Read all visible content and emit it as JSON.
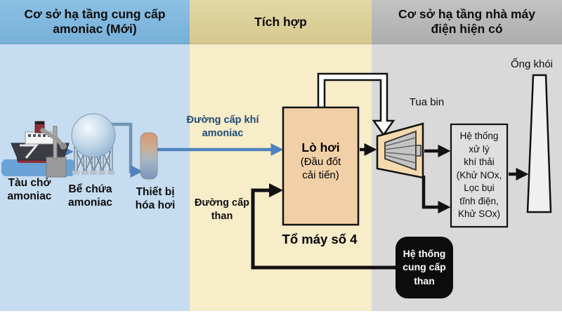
{
  "headers": {
    "left": {
      "line1": "Cơ sở hạ tầng cung cấp",
      "line2": "amoniac (Mới)"
    },
    "middle": {
      "line1": "Tích hợp"
    },
    "right": {
      "line1": "Cơ sở hạ tầng nhà máy",
      "line2": "điện hiện có"
    }
  },
  "left_column": {
    "ship_label": {
      "line1": "Tàu chở",
      "line2": "amoniac"
    },
    "tank_label": {
      "line1": "Bể chứa",
      "line2": "amoniac"
    },
    "vaporizer_label": {
      "line1": "Thiết bị",
      "line2": "hóa hơi"
    }
  },
  "middle_column": {
    "ammonia_line_label": {
      "line1": "Đường cấp khí",
      "line2": "amoniac"
    },
    "coal_line_label": {
      "line1": "Đường cấp",
      "line2": "than"
    },
    "boiler": {
      "title": "Lò hơi",
      "sub_line1": "(Đầu đốt",
      "sub_line2": "cải tiến)"
    },
    "unit_label": "Tổ máy số 4"
  },
  "right_column": {
    "turbine_label": "Tua bin",
    "treatment_lines": [
      "Hệ thống",
      "xử lý",
      "khí thải",
      "(Khử NOx,",
      "Lọc bụi",
      "tĩnh điện,",
      "Khử SOx)"
    ],
    "stack_label": "Ống khói"
  },
  "coal_supply_box": {
    "lines": [
      "Hệ thống",
      "cung cấp",
      "than"
    ]
  },
  "colors": {
    "left_header_bg": "#7fb5dc",
    "left_body_bg": "#c6dcf0",
    "mid_header_bg": "#dcd096",
    "mid_body_bg": "#f8edc9",
    "right_header_bg": "#b8b8b8",
    "right_body_bg": "#d9d9d9",
    "ammonia_arrow": "#4f81bd",
    "ammonia_text": "#1f4977",
    "black_line": "#111111",
    "boiler_fill": "#f2d0a7",
    "turbine_fill": "#f7d9ae",
    "treatment_fill": "#dfdfdf",
    "stack_fill": "#f0f0f0",
    "coal_box_bg": "#0c0c0c",
    "coal_box_text": "#ffffff"
  }
}
